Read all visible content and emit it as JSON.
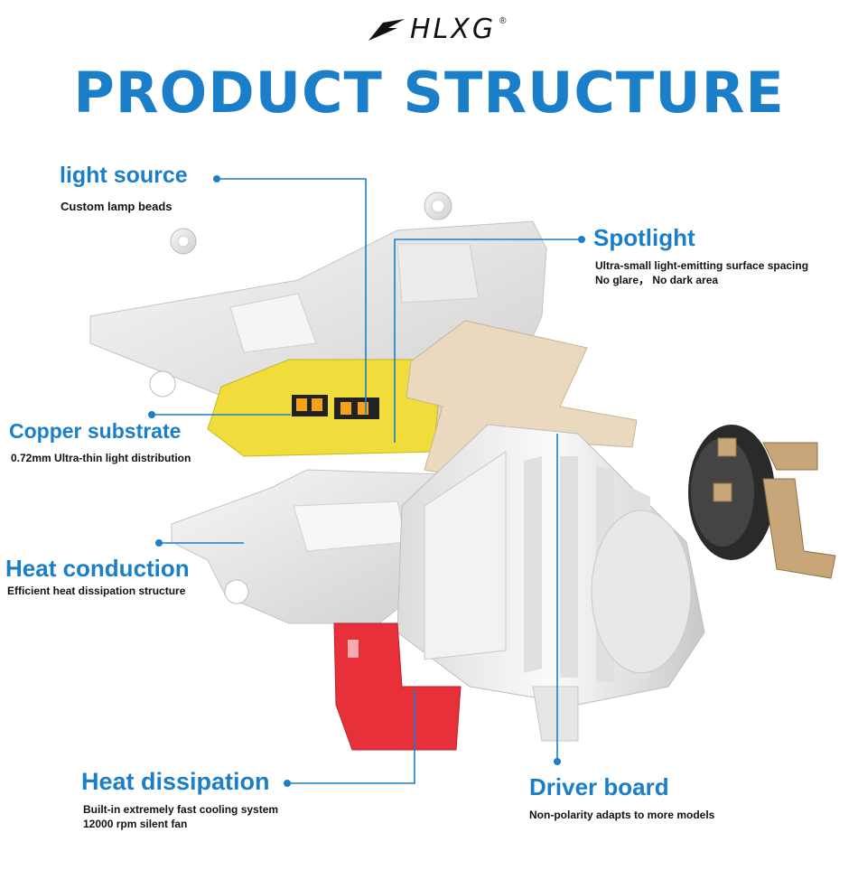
{
  "logo": {
    "text": "HLXG",
    "reg": "®"
  },
  "headline": "PRODUCT STRUCTURE",
  "callouts": {
    "light_source": {
      "title": "light source",
      "desc": "Custom lamp beads"
    },
    "spotlight": {
      "title": "Spotlight",
      "desc_lines": [
        "Ultra-small light-emitting surface spacing",
        "No glare，  No dark area"
      ]
    },
    "copper": {
      "title": "Copper substrate",
      "desc": "0.72mm Ultra-thin light distribution"
    },
    "heat_conduction": {
      "title": "Heat conduction",
      "desc": "Efficient heat dissipation structure"
    },
    "heat_dissipation": {
      "title": "Heat dissipation",
      "desc_lines": [
        "Built-in extremely fast cooling system",
        "12000 rpm silent fan"
      ]
    },
    "driver": {
      "title": "Driver board",
      "desc": "Non-polarity adapts to more models"
    }
  },
  "colors": {
    "accent": "#1a7fc8",
    "line": "#1a7fc8",
    "copper_board": "#f0dc3a",
    "fan": "#e8303a",
    "driver_board": "#ead9bf",
    "body": "#e4e4e4",
    "connector": "#c9a57a"
  }
}
